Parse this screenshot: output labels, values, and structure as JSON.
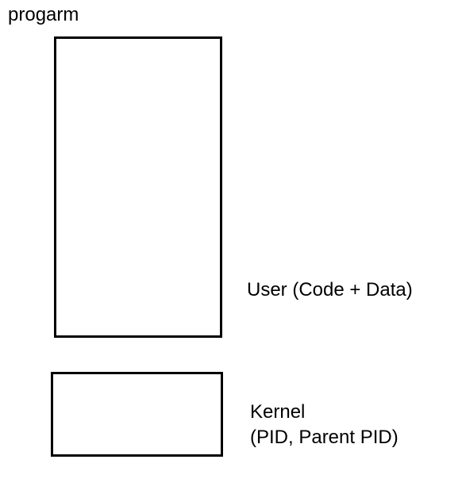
{
  "title": "progarm",
  "segments": [
    {
      "name": "user",
      "label_lines": [
        "User (Code + Data)"
      ]
    },
    {
      "name": "kernel",
      "label_lines": [
        "Kernel",
        "(PID, Parent PID)"
      ]
    }
  ],
  "colors": {
    "stroke": "#000000",
    "background": "#ffffff",
    "text": "#000000"
  }
}
